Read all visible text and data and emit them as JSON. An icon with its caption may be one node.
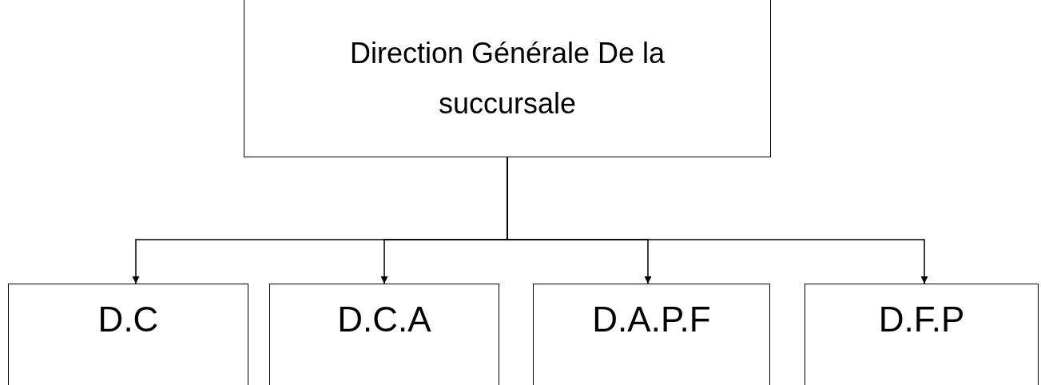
{
  "diagram": {
    "nodes": [
      {
        "text": [
          "Direction Générale De la succursale"
        ]
      },
      {
        "text": [
          "D.C"
        ]
      },
      {
        "text": [
          "D.C.A"
        ]
      },
      {
        "text": [
          "D.A.P.F"
        ]
      },
      {
        "text": [
          "D.F.P"
        ]
      }
    ],
    "edges": [
      {
        "from": 0,
        "to": 1,
        "arrow": "to"
      },
      {
        "from": 0,
        "to": 2,
        "arrow": "to"
      },
      {
        "from": 0,
        "to": 3,
        "arrow": "to"
      },
      {
        "from": 0,
        "to": 4,
        "arrow": "to"
      }
    ]
  }
}
